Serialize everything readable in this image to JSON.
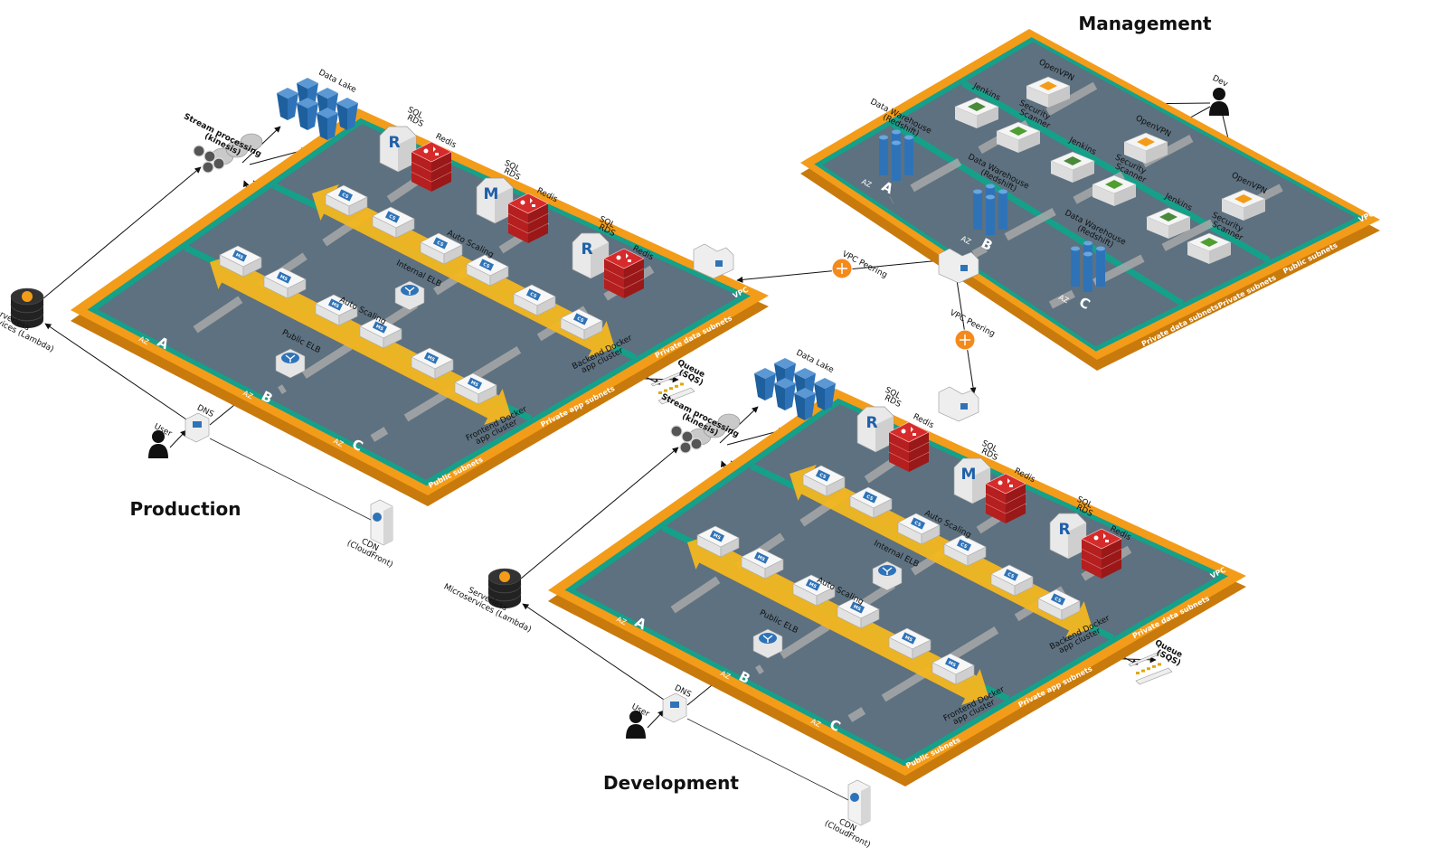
{
  "environments": [
    {
      "id": "production",
      "title": "Production",
      "az": "AZ",
      "az_names": [
        "A",
        "B",
        "C"
      ],
      "vpc": "VPC",
      "subnets": [
        "Public subnets",
        "Private app subnets",
        "Private data subnets"
      ],
      "frontend_cluster": "Frontend Docker app cluster",
      "backend_cluster": "Backend Docker app cluster",
      "auto_scaling": "Auto Scaling",
      "public_elb": "Public ELB",
      "internal_elb": "Internal ELB",
      "ms": "MS",
      "cs": "CS",
      "sql_rds": "SQL RDS",
      "redis": "Redis",
      "rds_letters": [
        "R",
        "M",
        "R"
      ],
      "user": "User",
      "dns": "DNS",
      "cdn": "CDN (CloudFront)",
      "serverless": "Serverless Microservices (Lambda)",
      "stream": "Stream processing (kinesis)",
      "data_lake": "Data Lake",
      "queue": "Queue (SQS)"
    },
    {
      "id": "development",
      "title": "Development",
      "az": "AZ",
      "az_names": [
        "A",
        "B",
        "C"
      ],
      "vpc": "VPC",
      "subnets": [
        "Public subnets",
        "Private app subnets",
        "Private data subnets"
      ],
      "frontend_cluster": "Frontend Docker app cluster",
      "backend_cluster": "Backend Docker app cluster",
      "auto_scaling": "Auto Scaling",
      "public_elb": "Public ELB",
      "internal_elb": "Internal ELB",
      "ms": "MS",
      "cs": "CS",
      "sql_rds": "SQL RDS",
      "redis": "Redis",
      "rds_letters": [
        "R",
        "M",
        "R"
      ],
      "user": "User",
      "dns": "DNS",
      "cdn": "CDN (CloudFront)",
      "serverless": "Serverless Microservices (Lambda)",
      "stream": "Stream processing (kinesis)",
      "data_lake": "Data Lake",
      "queue": "Queue (SQS)"
    }
  ],
  "management": {
    "title": "Management",
    "az": "AZ",
    "az_names": [
      "A",
      "B",
      "C"
    ],
    "vpc": "VPC",
    "subnets": [
      "Public subnets",
      "Private subnets",
      "Private data subnets"
    ],
    "openvpn": "OpenVPN",
    "jenkins": "Jenkins",
    "security_scanner": "Security Scanner",
    "data_warehouse": "Data Warehouse (Redshift)",
    "dev": "Dev"
  },
  "peering": {
    "label": "VPC Peering"
  },
  "colors": {
    "orange": "#f39c19",
    "teal": "#15a08a",
    "slate": "#5d7180",
    "lane": "#a9a9a9",
    "arrow": "#f3b61f",
    "redis": "#d62b2b",
    "aws_blue": "#2e73b8"
  }
}
